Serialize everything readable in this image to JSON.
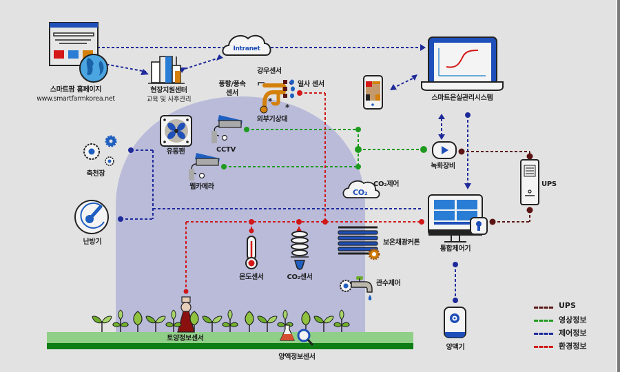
{
  "title": "스마트팜 시스템 구성도",
  "colors": {
    "background": "#e2e2e2",
    "greenhouse": "#b9bbd9",
    "ground_light": "#8fcf87",
    "ground_dark": "#0d7d14",
    "ups_line": "#5a1414",
    "video_line": "#1e9a1e",
    "control_line": "#1e2a9a",
    "environment_line": "#d01818",
    "icon_blue": "#1f5fc0",
    "icon_orange": "#d4800c"
  },
  "nodes": {
    "homepage": {
      "label": "스마트팜 홈페이지",
      "sublabel": "www.smartfarmkorea.net",
      "icon": "web-page-globe-icon"
    },
    "support_center": {
      "label": "현장지원센터",
      "sublabel": "교육 및 사후관리",
      "icon": "buildings-icon"
    },
    "intranet": {
      "label": "Intranet",
      "icon": "cloud-icon"
    },
    "rain_sensor": {
      "label": "강우센서"
    },
    "wind_sensor": {
      "label": "풍향/풍속",
      "sublabel": "센서"
    },
    "solar_sensor": {
      "label": "일사 센서"
    },
    "weather_station": {
      "label": "외부기상대",
      "icon": "weather-station-icon"
    },
    "mobile": {
      "label": "",
      "icon": "smartphone-icon"
    },
    "management_system": {
      "label": "스마트온실관리시스템",
      "icon": "laptop-chart-icon"
    },
    "circulation_fan": {
      "label": "유동팬",
      "icon": "fan-icon"
    },
    "cctv": {
      "label": "CCTV",
      "icon": "cctv-camera-icon"
    },
    "webcam": {
      "label": "웹카메라",
      "icon": "web-camera-icon"
    },
    "livestock": {
      "label": "축천장",
      "icon": "gears-icon"
    },
    "heater": {
      "label": "난방기",
      "icon": "heater-dial-icon"
    },
    "recorder": {
      "label": "녹화장비",
      "icon": "play-recorder-icon"
    },
    "co2_control": {
      "label": "CO₂제어",
      "icon_text": "CO₂",
      "icon": "co2-cloud-icon"
    },
    "ups": {
      "label": "UPS",
      "icon": "ups-tower-icon"
    },
    "integrated_controller": {
      "label": "통합제어기",
      "icon": "monitor-lock-icon"
    },
    "temp_sensor": {
      "label": "온도센서",
      "icon": "thermometer-icon"
    },
    "co2_sensor": {
      "label": "CO₂센서",
      "icon": "co2-bulb-sensor-icon"
    },
    "thermal_curtain": {
      "label": "보온채광커튼",
      "icon": "curtain-gear-icon"
    },
    "irrigation": {
      "label": "관수제어",
      "icon": "faucet-gear-icon"
    },
    "soil_sensor": {
      "label": "토양정보센서",
      "icon": "soil-probe-icon"
    },
    "nutrient_sensor": {
      "label": "양액정보센서",
      "icon": "flask-magnifier-icon"
    },
    "nutrient_dispenser": {
      "label": "양액기",
      "icon": "nutrient-dispenser-icon"
    }
  },
  "legend": [
    {
      "label": "UPS",
      "color": "#5a1414"
    },
    {
      "label": "영상정보",
      "color": "#1e9a1e"
    },
    {
      "label": "제어정보",
      "color": "#1e2a9a"
    },
    {
      "label": "환경정보",
      "color": "#d01818"
    }
  ]
}
